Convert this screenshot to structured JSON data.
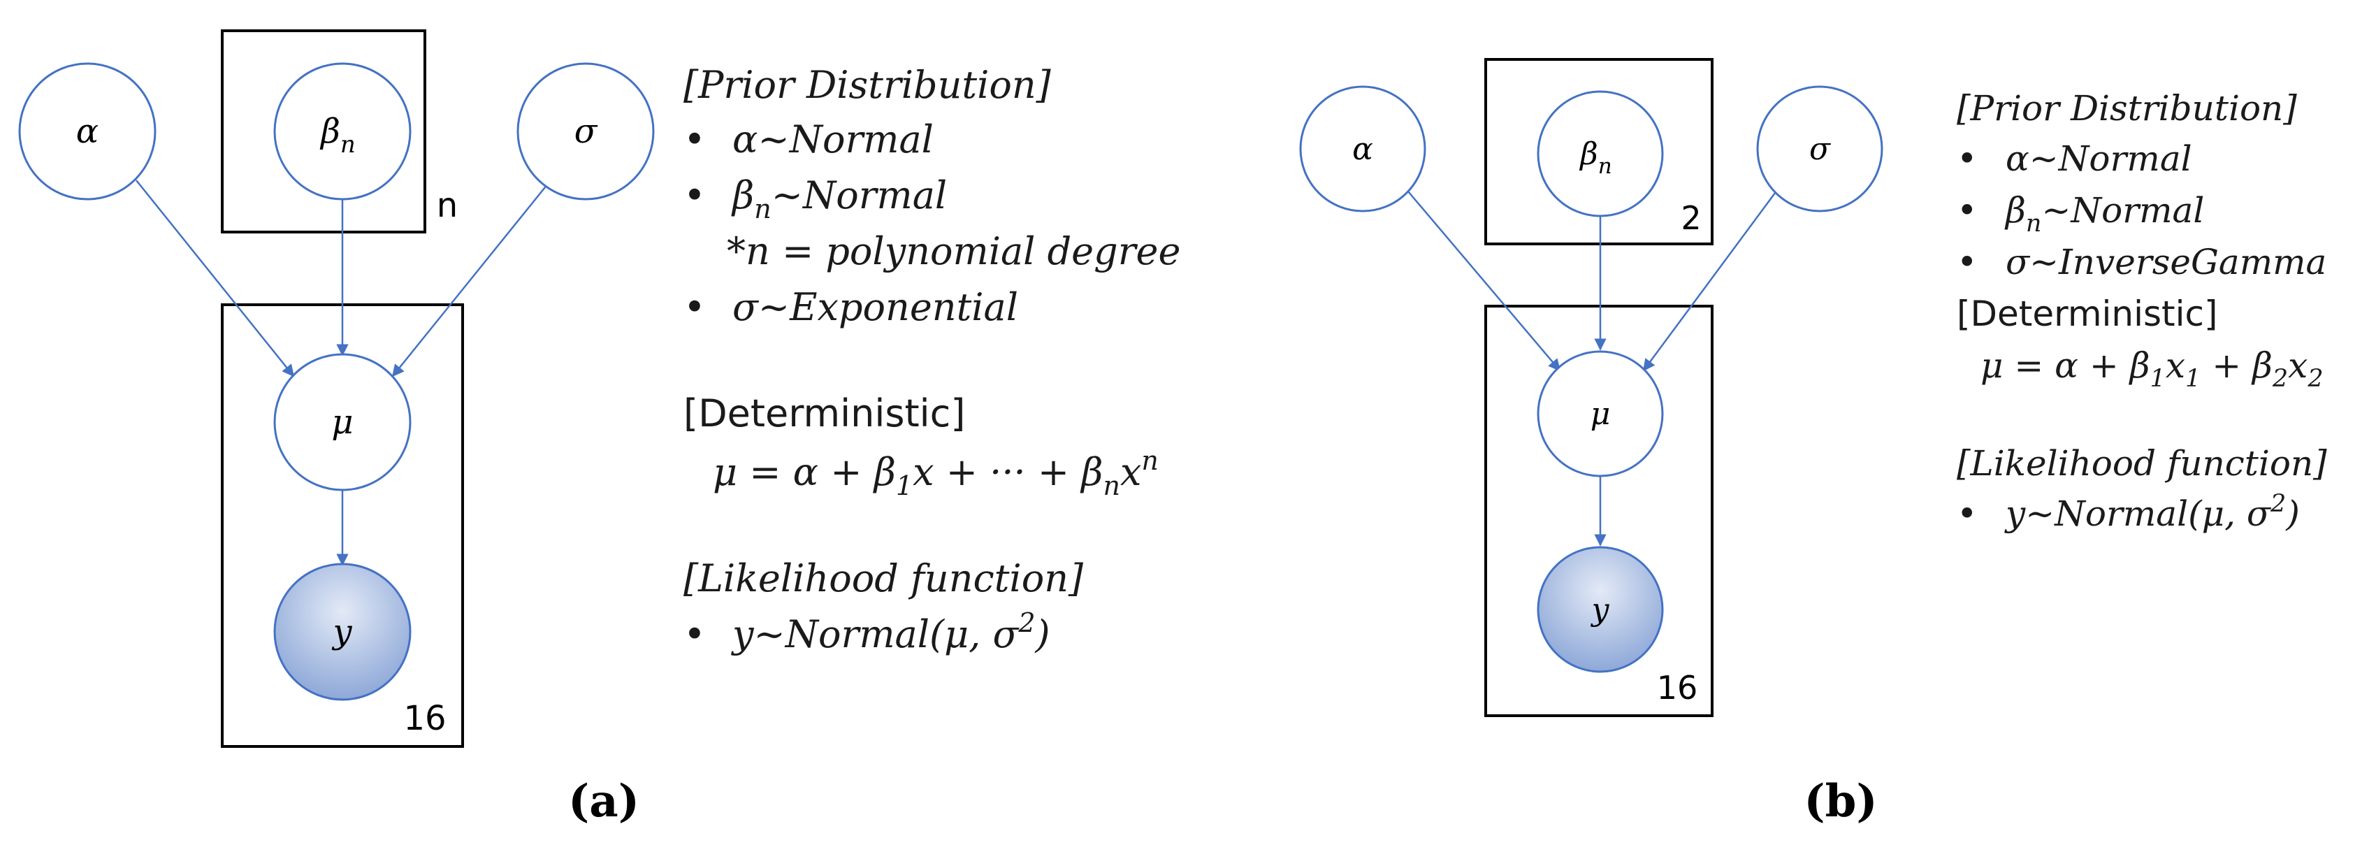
{
  "colors": {
    "edge": "#4472C4",
    "node_stroke": "#4472C4",
    "plate": "#000000",
    "observed_fill_light": "#dfe7f5",
    "observed_fill_dark": "#93abd8",
    "text": "#1a1a1a"
  },
  "panel_a": {
    "caption": "(a)",
    "nodes": {
      "alpha": "α",
      "beta": "β",
      "beta_sub": "n",
      "sigma": "σ",
      "mu": "μ",
      "y": "y"
    },
    "plates": {
      "beta_plate": "n",
      "data_plate": "16"
    },
    "text": {
      "prior_heading": "[Prior Distribution]",
      "prior_alpha": "α~Normal",
      "prior_beta_sym": "β",
      "prior_beta_sub": "n",
      "prior_beta_rest": "~Normal",
      "prior_beta_note": "*n = polynomial degree",
      "prior_sigma": "σ~Exponential",
      "det_heading": "[Deterministic]",
      "det_eq_1": "μ = α + β",
      "det_eq_sub1": "1",
      "det_eq_2": "x + ··· + β",
      "det_eq_subn": "n",
      "det_eq_3": "x",
      "det_eq_supn": "n",
      "lik_heading": "[Likelihood function]",
      "lik_eq": "y~Normal(μ, σ",
      "lik_sup": "2",
      "lik_close": ")"
    }
  },
  "panel_b": {
    "caption": "(b)",
    "nodes": {
      "alpha": "α",
      "beta": "β",
      "beta_sub": "n",
      "sigma": "σ",
      "mu": "μ",
      "y": "y"
    },
    "plates": {
      "beta_plate": "2",
      "data_plate": "16"
    },
    "text": {
      "prior_heading": "[Prior Distribution]",
      "prior_alpha": "α~Normal",
      "prior_beta_sym": "β",
      "prior_beta_sub": "n",
      "prior_beta_rest": "~Normal",
      "prior_sigma": "σ~InverseGamma",
      "det_heading": "[Deterministic]",
      "det_eq_1": "μ = α + β",
      "det_eq_sub1a": "1",
      "det_eq_2": "x",
      "det_eq_sub1b": "1",
      "det_eq_3": " + β",
      "det_eq_sub2a": "2",
      "det_eq_4": "x",
      "det_eq_sub2b": "2",
      "lik_heading": "[Likelihood function]",
      "lik_eq": "y~Normal(μ, σ",
      "lik_sup": "2",
      "lik_close": ")"
    }
  }
}
